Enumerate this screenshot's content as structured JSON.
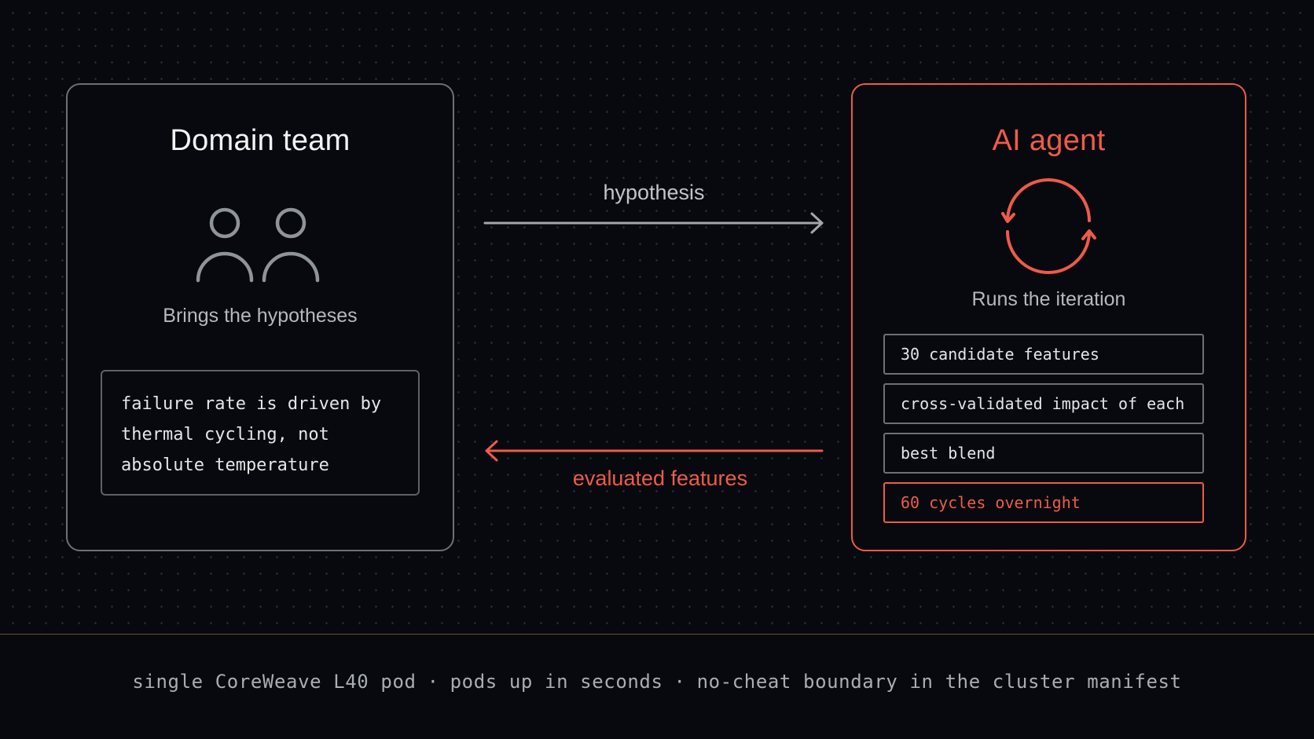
{
  "domain_card": {
    "title": "Domain team",
    "subtitle": "Brings the hypotheses",
    "icon": "people-icon",
    "quote_lines": [
      "failure rate is driven by",
      "thermal cycling, not",
      "absolute temperature"
    ]
  },
  "agent_card": {
    "title": "AI agent",
    "subtitle": "Runs the iteration",
    "icon": "cycle-arrows-icon",
    "features": [
      "30 candidate features",
      "cross-validated impact of each",
      "best blend",
      "60 cycles overnight"
    ]
  },
  "arrows": {
    "forward_label": "hypothesis",
    "backward_label": "evaluated features"
  },
  "footer": {
    "items": [
      "single CoreWeave L40 pod",
      "pods up in seconds",
      "no-cheat boundary in the cluster manifest"
    ],
    "separator": "·"
  },
  "colors": {
    "accent": "#ee5a4a",
    "neutral_border": "#6c7077",
    "background": "#07090e",
    "divider": "#6b5417"
  }
}
